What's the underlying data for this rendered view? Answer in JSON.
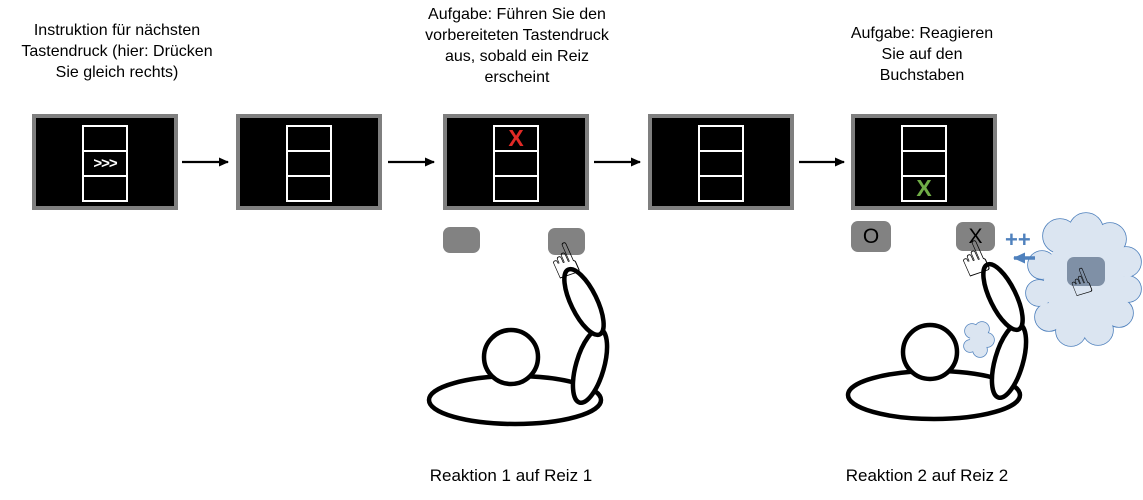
{
  "colors": {
    "screen_border": "#7f7f7f",
    "screen_bg": "#000000",
    "grid_line": "#ffffff",
    "cue_white": "#ffffff",
    "stimulus_red": "#e12a26",
    "stimulus_green": "#70ad47",
    "button_gray": "#828282",
    "button_label": "#000000",
    "cloud_fill": "#dbe5f1",
    "cloud_stroke": "#4f81bd",
    "cloud_button": "#7f90a6",
    "accent_blue": "#4f81bd",
    "figure_stroke": "#000000"
  },
  "captions": {
    "instruction": "Instruktion für nächsten\nTastendruck (hier: Drücken\nSie gleich rechts)",
    "task1": "Aufgabe: Führen Sie den\nvorbereiteten Tastendruck\naus, sobald ein Reiz\nerscheint",
    "task2": "Aufgabe: Reagieren\nSie auf den\nBuchstaben",
    "reaction1": "Reaktion 1 auf Reiz 1",
    "reaction2": "Reaktion 2 auf Reiz 2",
    "reward_plus": "++"
  },
  "screens": [
    {
      "label": "instruction-cue",
      "cells": [
        "",
        ">>>",
        ""
      ]
    },
    {
      "label": "blank-1",
      "cells": [
        "",
        "",
        ""
      ]
    },
    {
      "label": "stimulus-1",
      "cells": [
        "X",
        "",
        ""
      ]
    },
    {
      "label": "blank-2",
      "cells": [
        "",
        "",
        ""
      ]
    },
    {
      "label": "stimulus-2",
      "cells": [
        "",
        "",
        "X"
      ]
    }
  ],
  "keys": {
    "prep_left": "",
    "prep_right": "",
    "o_key": "O",
    "x_key": "X",
    "cloud_key": ""
  },
  "icons": {
    "pointing_hand": "☝"
  }
}
